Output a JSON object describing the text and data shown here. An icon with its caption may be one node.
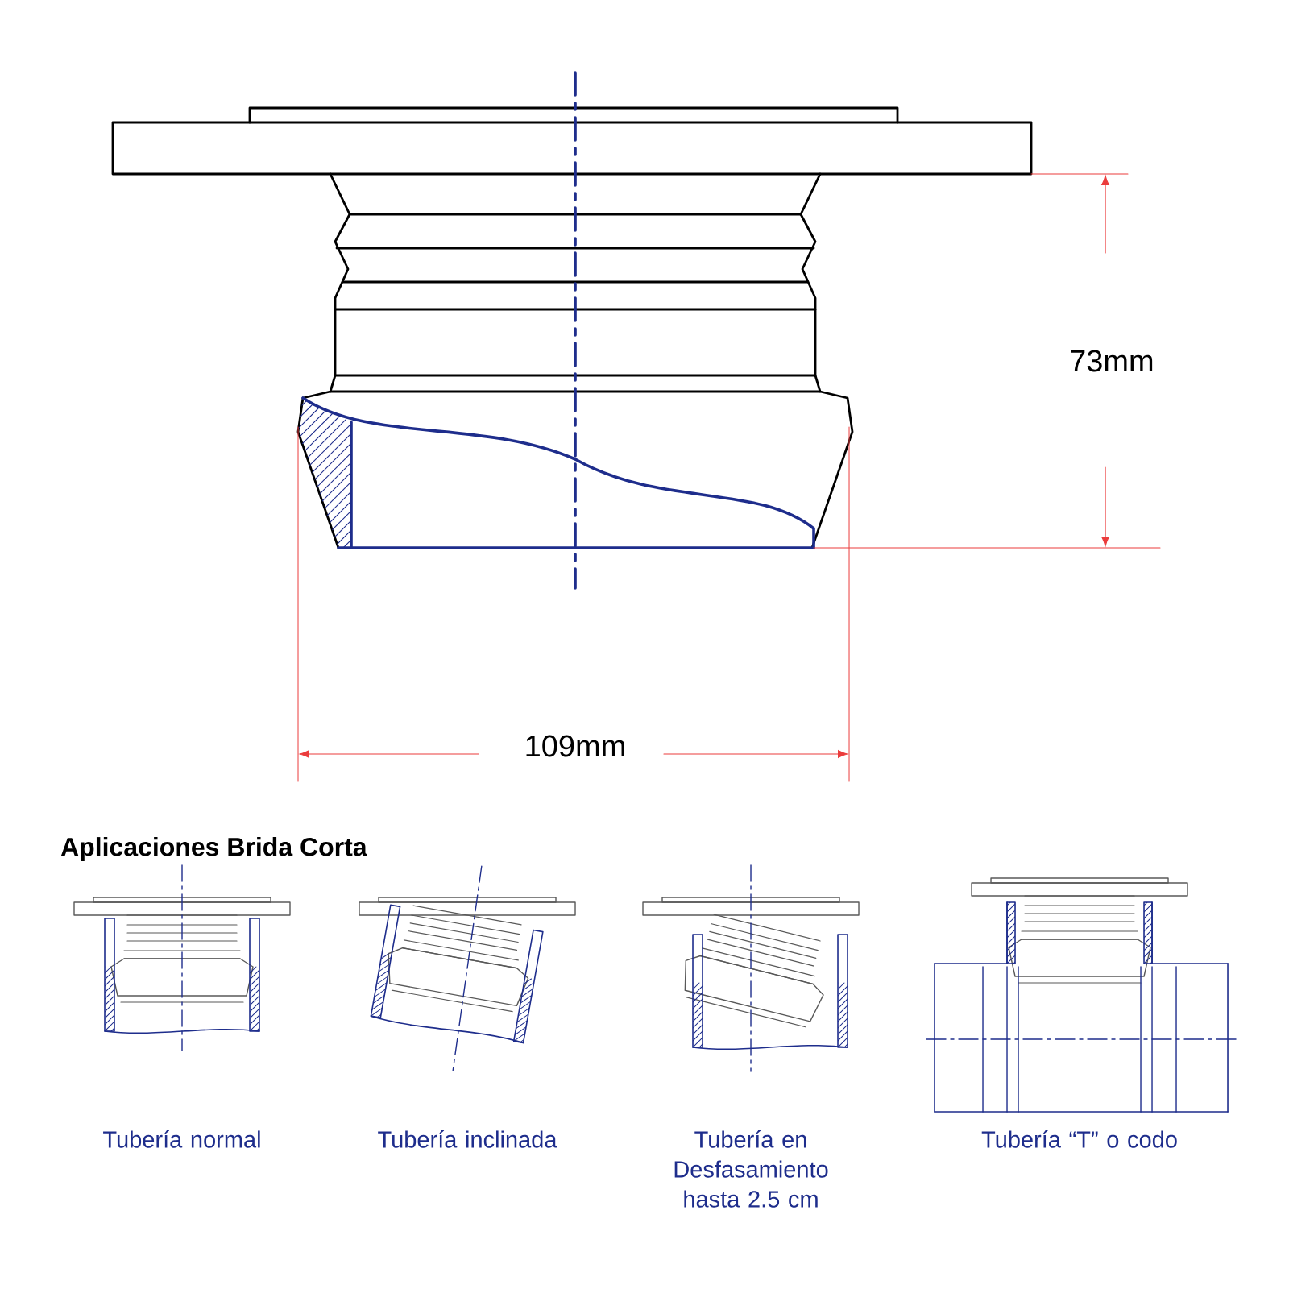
{
  "diagram": {
    "title": "Aplicaciones Brida Corta",
    "labels": [
      "73mm",
      "109mm",
      "Tubería normal",
      "Tubería inclinada",
      "Tubería en Desfasamiento hasta 2.5 cm",
      "Tubería “T” o codo"
    ]
  }
}
